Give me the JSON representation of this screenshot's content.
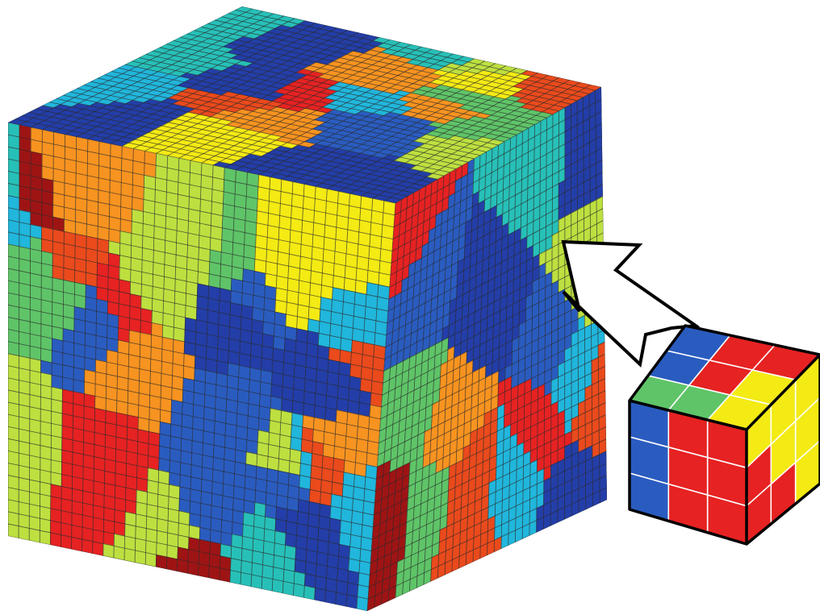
{
  "figure": {
    "palette": {
      "dark_red": "#9e1414",
      "red": "#e62222",
      "orange_red": "#ea4a1c",
      "orange": "#f79320",
      "yellow": "#f4ea14",
      "yellow_green": "#bde040",
      "green": "#5fc468",
      "teal": "#27c0b8",
      "cyan": "#21b6dc",
      "blue": "#2a5cc0",
      "navy": "#233ea8"
    },
    "grid_line_color": "#2b2b2b",
    "grain_colors": [
      "dark_red",
      "red",
      "orange_red",
      "orange",
      "yellow",
      "yellow_green",
      "green",
      "teal",
      "cyan",
      "blue",
      "navy"
    ],
    "grid_divisions": 34,
    "inset_grid_divisions": 3,
    "arrow": {
      "fill": "#ffffff",
      "stroke": "#000000"
    },
    "inset_cube": {
      "top_face_colors": [
        "green",
        "green",
        "yellow",
        "blue",
        "red",
        "yellow",
        "blue",
        "red",
        "red"
      ],
      "front_face_colors": [
        "blue",
        "red",
        "red",
        "blue",
        "red",
        "red",
        "blue",
        "red",
        "red"
      ],
      "side_face_colors": [
        "yellow",
        "yellow",
        "yellow",
        "red",
        "yellow",
        "yellow",
        "red",
        "red",
        "yellow"
      ],
      "cell_line_color": "#ffffff",
      "edge_color": "#000000"
    }
  }
}
